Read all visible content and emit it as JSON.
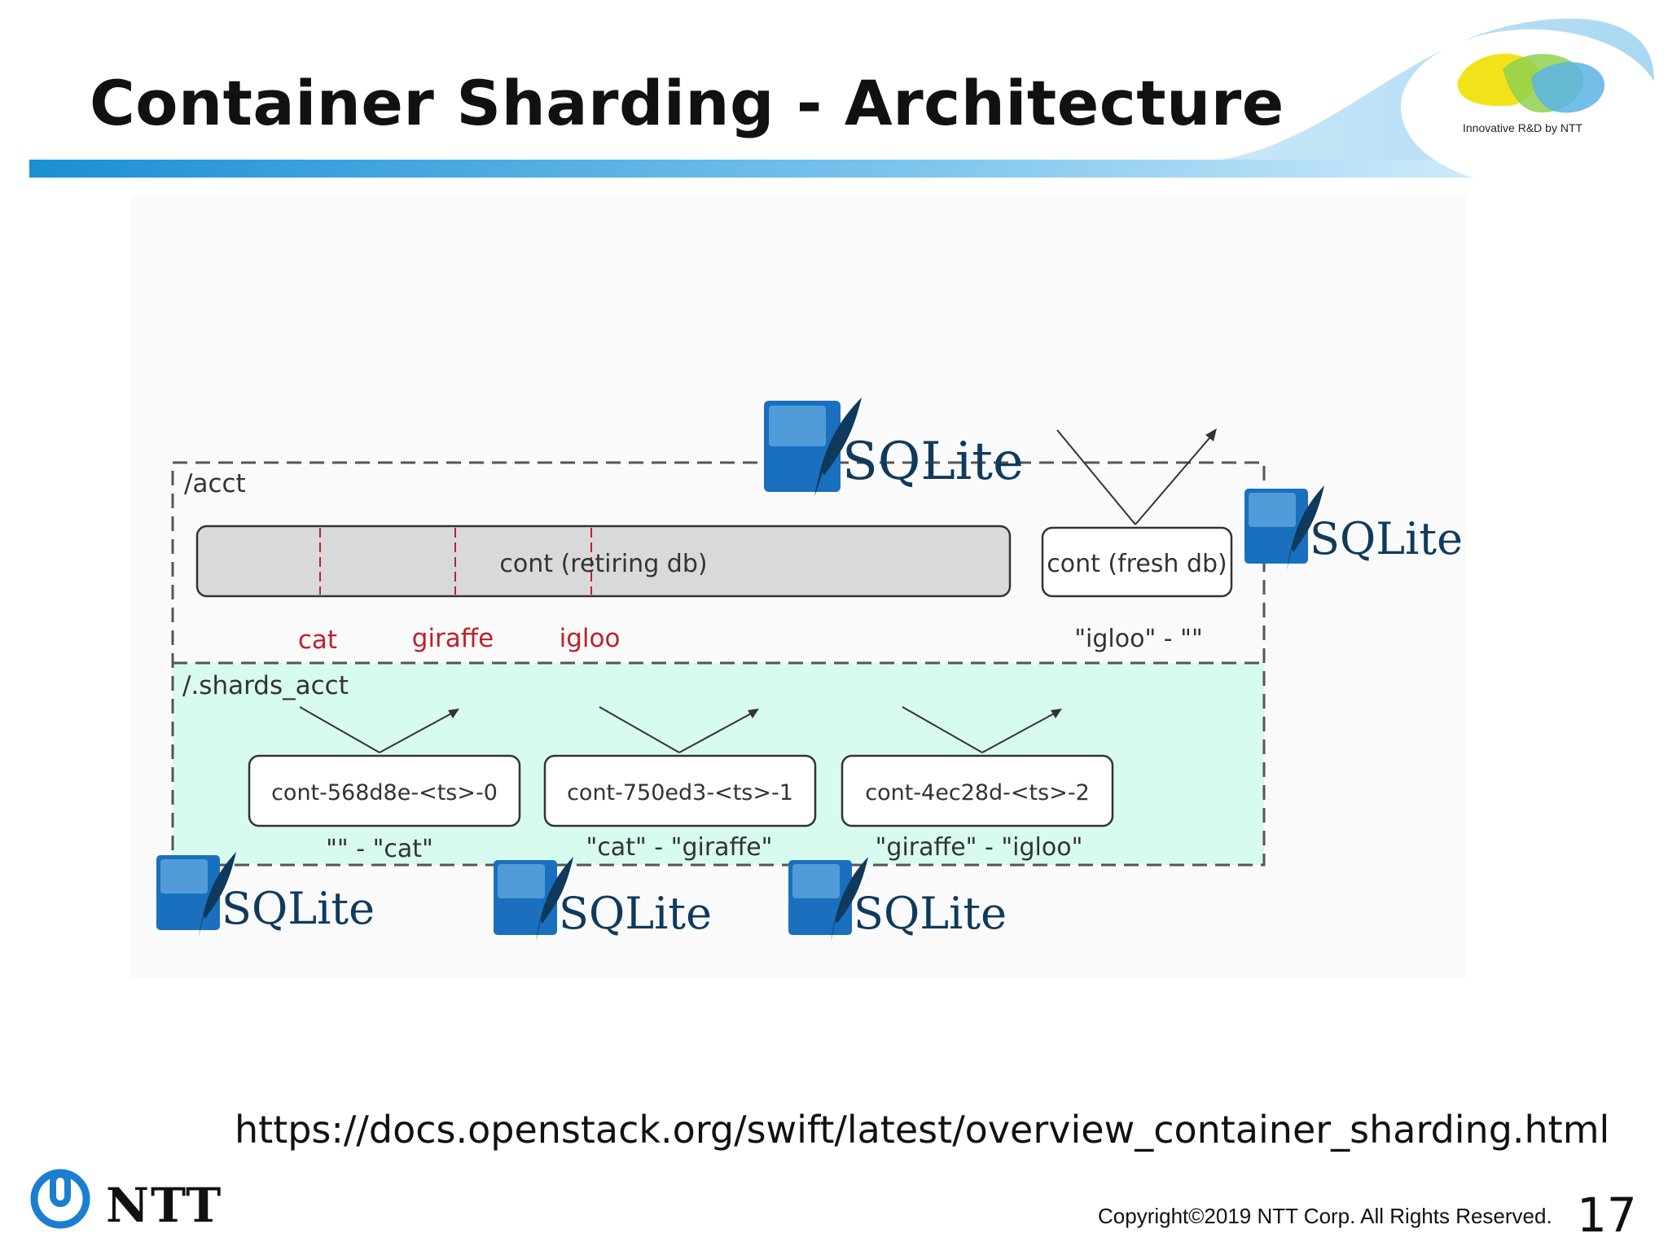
{
  "slide": {
    "title": "Container Sharding - Architecture",
    "tagline": "Innovative R&D by NTT",
    "url": "https://docs.openstack.org/swift/latest/overview_container_sharding.html",
    "copyright": "Copyright©2019  NTT Corp. All Rights Reserved.",
    "page_number": "17",
    "company_logo_text": "NTT"
  },
  "diagram": {
    "account_label": "/acct",
    "shards_label": "/.shards_acct",
    "retiring_db": "cont (retiring db)",
    "fresh_db": "cont (fresh db)",
    "shard_points": [
      "cat",
      "giraffe",
      "igloo"
    ],
    "fresh_range": "\"igloo\" - \"\"",
    "shards": [
      {
        "name": "cont-568d8e-<ts>-0",
        "range": "\"\" - \"cat\""
      },
      {
        "name": "cont-750ed3-<ts>-1",
        "range": "\"cat\" - \"giraffe\""
      },
      {
        "name": "cont-4ec28d-<ts>-2",
        "range": "\"giraffe\" - \"igloo\""
      }
    ],
    "sqlite_logo_text": "SQLite"
  },
  "colors": {
    "shard_point_red": "#c0202a",
    "shards_bg": "#d7fbee",
    "retiring_fill": "#d9d9db",
    "sqlite_blue": "#1a6fbf",
    "header_blue": "#1e90d0"
  }
}
